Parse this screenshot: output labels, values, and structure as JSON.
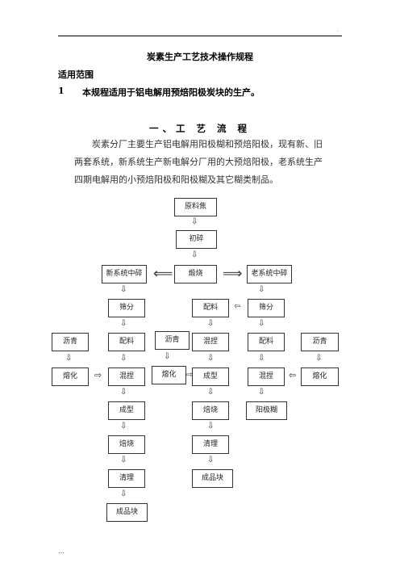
{
  "header": {
    "dot": "."
  },
  "document": {
    "title": "炭素生产工艺技术操作规程",
    "scope_heading": "适用范围",
    "clause": {
      "number": "1",
      "text": "本规程适用于铝电解用预焙阳极炭块的生产。"
    },
    "section_heading": "一、工 艺 流 程",
    "paragraph_lines": [
      "炭素分厂主要生产铝电解用阳极糊和预焙阳极，现有新、旧",
      "两套系统，新系统生产新电解分厂用的大预焙阳极，老系统生产",
      "四期电解用的小预焙阳极和阳极糊及其它糊类制品。"
    ]
  },
  "flowchart": {
    "raw_coke": "原料焦",
    "primary_crush": "初碎",
    "calcination": "煅烧",
    "new_system_crush": "新系统中碎",
    "old_system_crush": "老系统中碎",
    "new": {
      "sieve": "筛分",
      "batch": "配料",
      "knead": "混捏",
      "form": "成型",
      "bake": "焙烧",
      "clean": "清理",
      "product": "成品块"
    },
    "new_pitch": {
      "pitch": "沥青",
      "melt": "熔化"
    },
    "mid": {
      "batch": "配料",
      "knead": "混捏",
      "form": "成型",
      "bake": "焙烧",
      "clean": "清理",
      "product": "成品块"
    },
    "mid_pitch": {
      "pitch": "沥青",
      "melt": "熔化"
    },
    "old": {
      "sieve": "筛分",
      "batch": "配料",
      "knead": "混捏",
      "paste": "阳极糊"
    },
    "old_pitch": {
      "pitch": "沥青",
      "melt": "熔化"
    },
    "arrow_down": "⇩",
    "arrow_right": "⇨",
    "arrow_left": "⇦",
    "arrow_right_long": "⟹",
    "arrow_left_long": "⟸"
  },
  "footer": {
    "dots": "..."
  }
}
